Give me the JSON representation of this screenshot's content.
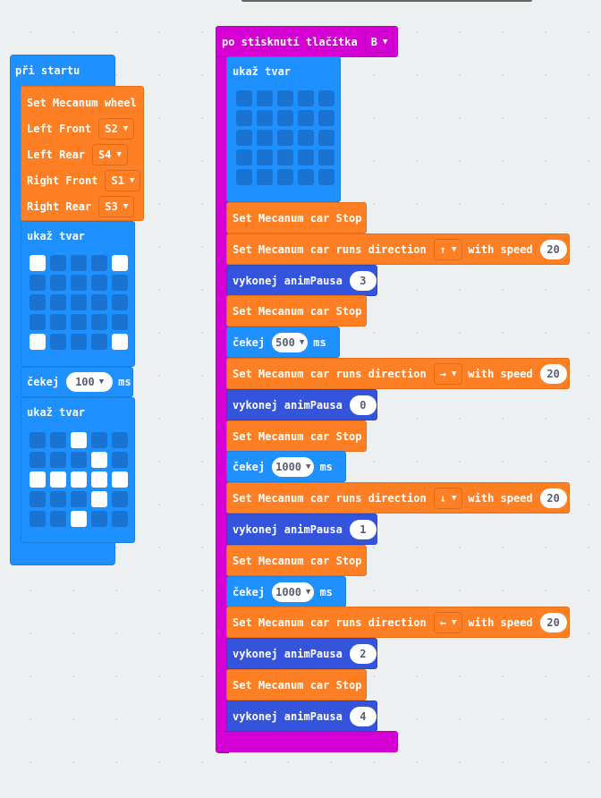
{
  "colors": {
    "event": "#d400d4",
    "basic": "#1e90ff",
    "mecanum": "#ff7f24",
    "function": "#3455db"
  },
  "start": {
    "title": "při startu",
    "wheel": {
      "title": "Set Mecanum wheel",
      "rows": [
        {
          "label": "Left Front",
          "value": "S2"
        },
        {
          "label": "Left Rear",
          "value": "S4"
        },
        {
          "label": "Right Front",
          "value": "S1"
        },
        {
          "label": "Right Rear",
          "value": "S3"
        }
      ]
    },
    "show1": {
      "label": "ukaž tvar",
      "leds": [
        [
          1,
          0,
          0,
          0,
          1
        ],
        [
          0,
          0,
          0,
          0,
          0
        ],
        [
          0,
          0,
          0,
          0,
          0
        ],
        [
          0,
          0,
          0,
          0,
          0
        ],
        [
          1,
          0,
          0,
          0,
          1
        ]
      ]
    },
    "pause": {
      "label": "čekej",
      "value": "100",
      "unit": "ms"
    },
    "show2": {
      "label": "ukaž tvar",
      "leds": [
        [
          0,
          0,
          1,
          0,
          0
        ],
        [
          0,
          0,
          0,
          1,
          0
        ],
        [
          1,
          1,
          1,
          1,
          1
        ],
        [
          0,
          0,
          0,
          1,
          0
        ],
        [
          0,
          0,
          1,
          0,
          0
        ]
      ]
    }
  },
  "button": {
    "title": "po stisknutí tlačítka",
    "button": "B",
    "show": {
      "label": "ukaž tvar",
      "leds": [
        [
          0,
          0,
          0,
          0,
          0
        ],
        [
          0,
          0,
          0,
          0,
          0
        ],
        [
          0,
          0,
          0,
          0,
          0
        ],
        [
          0,
          0,
          0,
          0,
          0
        ],
        [
          0,
          0,
          0,
          0,
          0
        ]
      ]
    },
    "blocks": [
      {
        "type": "stop",
        "label": "Set Mecanum car Stop"
      },
      {
        "type": "dir",
        "label": "Set Mecanum car runs direction",
        "dir": "↑",
        "speed_label": "with speed",
        "speed": "20"
      },
      {
        "type": "call",
        "label": "vykonej animPausa",
        "value": "3"
      },
      {
        "type": "stop",
        "label": "Set Mecanum car Stop"
      },
      {
        "type": "wait",
        "label": "čekej",
        "value": "500",
        "unit": "ms"
      },
      {
        "type": "dir",
        "label": "Set Mecanum car runs direction",
        "dir": "→",
        "speed_label": "with speed",
        "speed": "20"
      },
      {
        "type": "call",
        "label": "vykonej animPausa",
        "value": "0"
      },
      {
        "type": "stop",
        "label": "Set Mecanum car Stop"
      },
      {
        "type": "wait",
        "label": "čekej",
        "value": "1000",
        "unit": "ms"
      },
      {
        "type": "dir",
        "label": "Set Mecanum car runs direction",
        "dir": "↓",
        "speed_label": "with speed",
        "speed": "20"
      },
      {
        "type": "call",
        "label": "vykonej animPausa",
        "value": "1"
      },
      {
        "type": "stop",
        "label": "Set Mecanum car Stop"
      },
      {
        "type": "wait",
        "label": "čekej",
        "value": "1000",
        "unit": "ms"
      },
      {
        "type": "dir",
        "label": "Set Mecanum car runs direction",
        "dir": "←",
        "speed_label": "with speed",
        "speed": "20"
      },
      {
        "type": "call",
        "label": "vykonej animPausa",
        "value": "2"
      },
      {
        "type": "stop",
        "label": "Set Mecanum car Stop"
      },
      {
        "type": "call",
        "label": "vykonej animPausa",
        "value": "4"
      }
    ]
  }
}
